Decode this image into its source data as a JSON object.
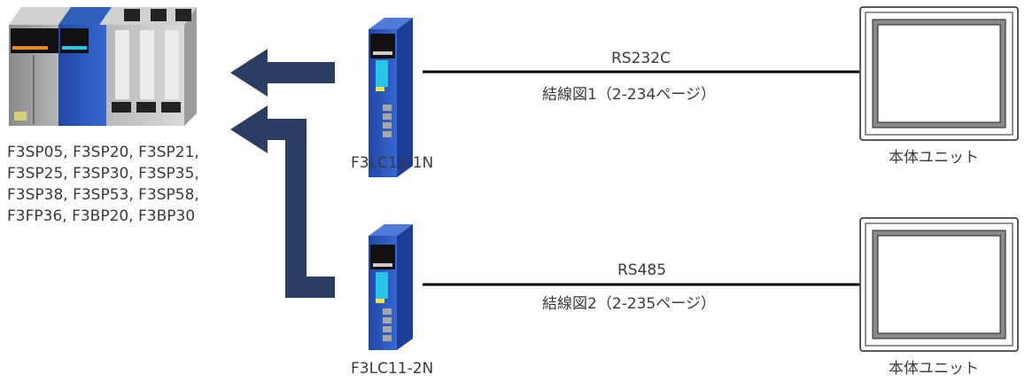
{
  "plc": {
    "models": [
      "F3SP05, F3SP20, F3SP21,",
      "F3SP25, F3SP30, F3SP35,",
      "F3SP38, F3SP53, F3SP58,",
      "F3FP36, F3BP20, F3BP30"
    ]
  },
  "connections": [
    {
      "module": "F3LC11-1N",
      "protocol": "RS232C",
      "wiring": "結線図1（2-234ページ）",
      "unit": "本体ユニット"
    },
    {
      "module": "F3LC11-2N",
      "protocol": "RS485",
      "wiring": "結線図2（2-235ページ）",
      "unit": "本体ユニット"
    }
  ],
  "colors": {
    "arrow": "#2b3d63",
    "module_blue": "#2a55b5",
    "line": "#000000"
  }
}
